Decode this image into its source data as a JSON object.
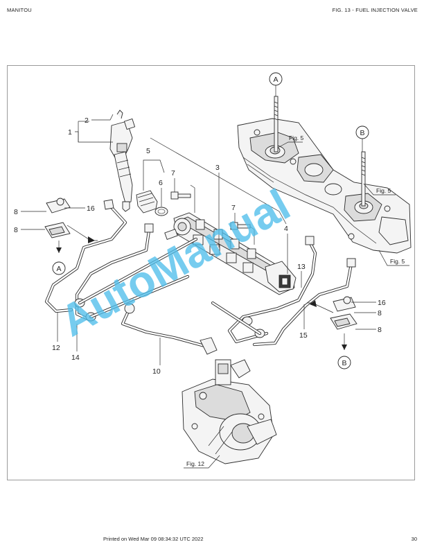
{
  "header": {
    "left": "MANITOU",
    "right": "FIG. 13 - FUEL INJECTION VALVE"
  },
  "diagram": {
    "callouts": [
      "1",
      "2",
      "3",
      "4",
      "5",
      "6",
      "7",
      "7",
      "8",
      "8",
      "8",
      "8",
      "10",
      "12",
      "13",
      "14",
      "15",
      "16",
      "16"
    ],
    "markers": [
      "A",
      "A",
      "B",
      "B"
    ],
    "figure_refs": [
      "Fig. 5",
      "Fig. 5",
      "Fig. 5",
      "Fig. 12"
    ],
    "watermark": "AutoManual"
  },
  "footer": {
    "printed": "Printed on  Wed Mar 09 08:34:32 UTC 2022",
    "page": "30"
  }
}
